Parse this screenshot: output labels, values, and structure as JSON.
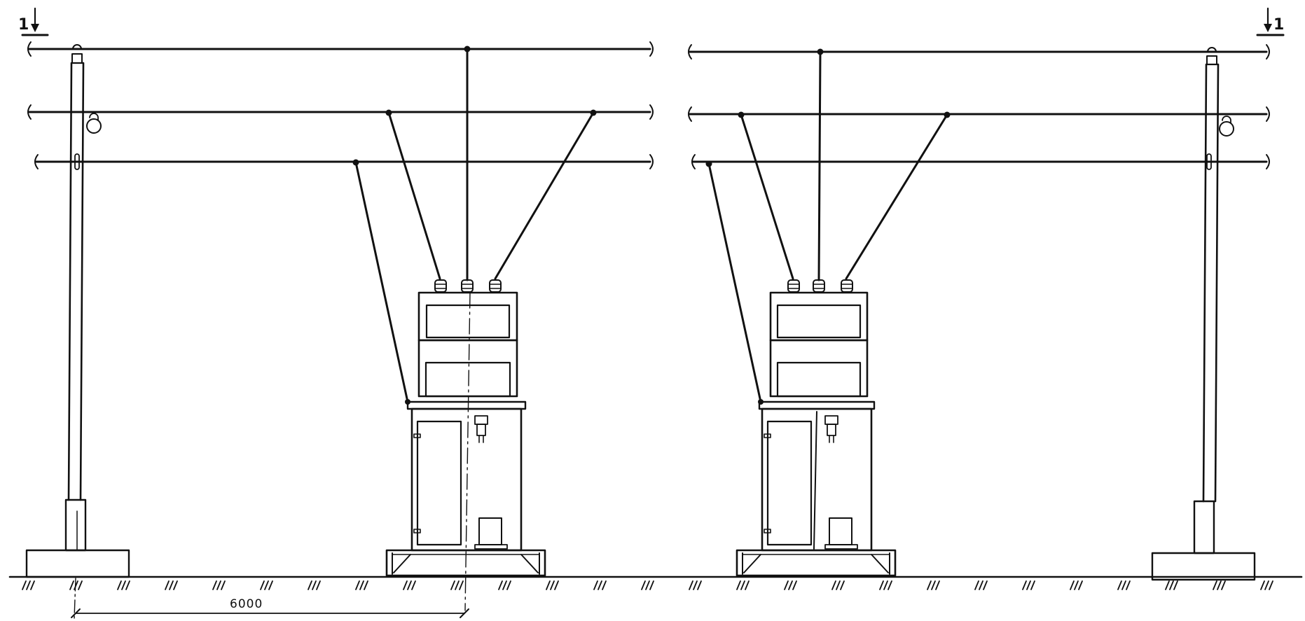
{
  "section_mark_left": "1",
  "section_mark_right": "1",
  "dimension_label": "6000",
  "colors": {
    "ink": "#111111",
    "paper": "#ffffff"
  }
}
